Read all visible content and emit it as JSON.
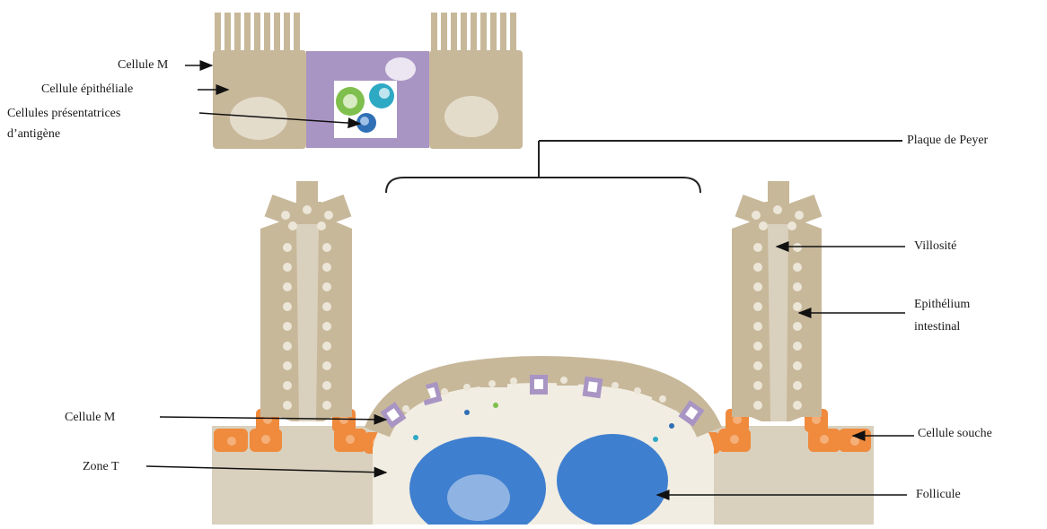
{
  "labels": {
    "cellule_m_top": "Cellule M",
    "cellule_epitheliale": "Cellule épithéliale",
    "cellules_presentatrices_1": "Cellules présentatrices",
    "cellules_presentatrices_2": "d’antigène",
    "plaque_de_peyer": "Plaque de Peyer",
    "villosite": "Villosité",
    "epithelium_1": "Epithélium",
    "epithelium_2": "intestinal",
    "cellule_m_bottom": "Cellule  M",
    "cellule_souche": "Cellule souche",
    "zone_t": "Zone T",
    "follicule": "Follicule"
  },
  "colors": {
    "epithelium": "#c8b89a",
    "epithelium_light": "#d6c9ae",
    "m_cell": "#a995c4",
    "stem_cell": "#f08a3c",
    "lamina": "#d9d0bd",
    "follicle": "#3f7fcf",
    "follicle_light": "#9ec1e8",
    "zone_t": "#f1ede2",
    "nucleus": "#ece6d8",
    "apc_green": "#7fbf4d",
    "apc_teal": "#2ea9c4",
    "apc_blue": "#2f6fb5"
  }
}
